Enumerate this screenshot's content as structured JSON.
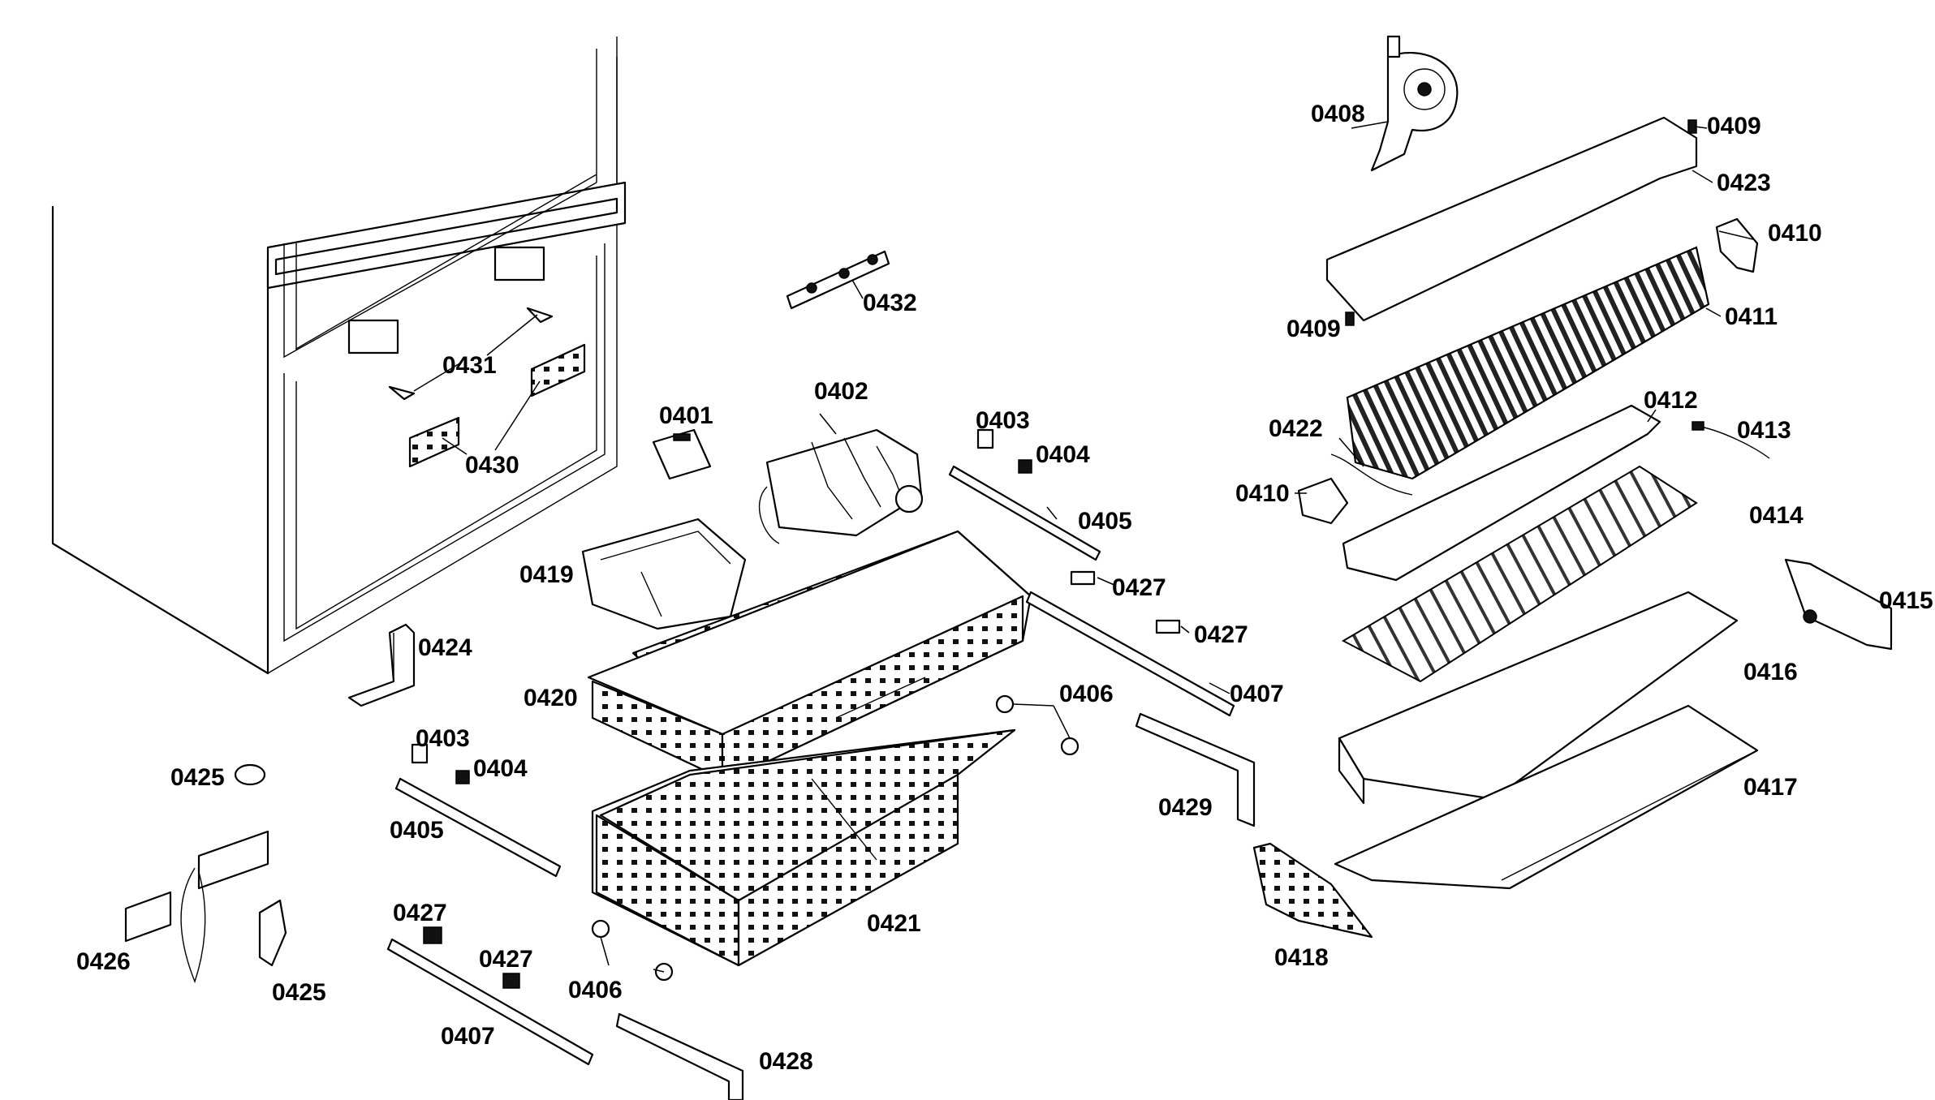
{
  "labels": {
    "l0401": "0401",
    "l0402": "0402",
    "l0403a": "0403",
    "l0403b": "0403",
    "l0404a": "0404",
    "l0404b": "0404",
    "l0405a": "0405",
    "l0405b": "0405",
    "l0406a": "0406",
    "l0406b": "0406",
    "l0407a": "0407",
    "l0407b": "0407",
    "l0408": "0408",
    "l0409a": "0409",
    "l0409b": "0409",
    "l0410a": "0410",
    "l0410b": "0410",
    "l0411": "0411",
    "l0412": "0412",
    "l0413": "0413",
    "l0414": "0414",
    "l0415": "0415",
    "l0416": "0416",
    "l0417": "0417",
    "l0418": "0418",
    "l0419": "0419",
    "l0420": "0420",
    "l0421": "0421",
    "l0422": "0422",
    "l0423": "0423",
    "l0424": "0424",
    "l0425a": "0425",
    "l0425b": "0425",
    "l0426": "0426",
    "l0427a": "0427",
    "l0427b": "0427",
    "l0427c": "0427",
    "l0427d": "0427",
    "l0428": "0428",
    "l0429": "0429",
    "l0430": "0430",
    "l0431": "0431",
    "l0432": "0432"
  }
}
